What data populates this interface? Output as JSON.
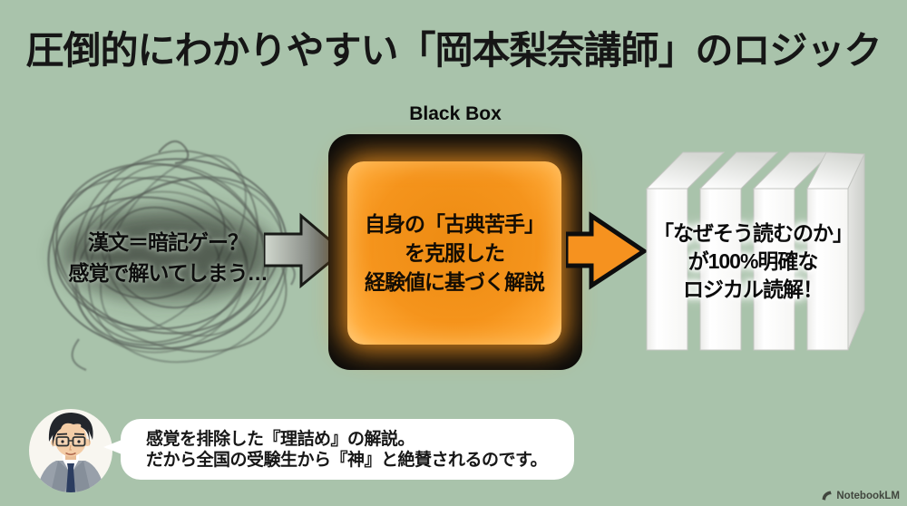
{
  "title": "圧倒的にわかりやすい「岡本梨奈講師」のロジック",
  "problem": {
    "line1": "漢文＝暗記ゲー？",
    "line2": "感覚で解いてしまう…"
  },
  "black_box": {
    "label": "Black Box",
    "lines": [
      "自身の「古典苦手」",
      "を克服した",
      "経験値に基づく解説"
    ]
  },
  "outcome": {
    "lines": [
      "「なぜそう読むのか」",
      "が100%明確な",
      "ロジカル読解！"
    ]
  },
  "speech_bubble": {
    "line1": "感覚を排除した『理詰め』の解説。",
    "line2": "だから全国の受験生から『神』と絶賛されるのです。"
  },
  "watermark": {
    "label": "NotebookLM"
  },
  "colors": {
    "background": "#a9c3ab",
    "box_black": "#0a0a0a",
    "orange": "#f6921f",
    "book_white": "#fbfbfa",
    "ink": "#161616"
  }
}
